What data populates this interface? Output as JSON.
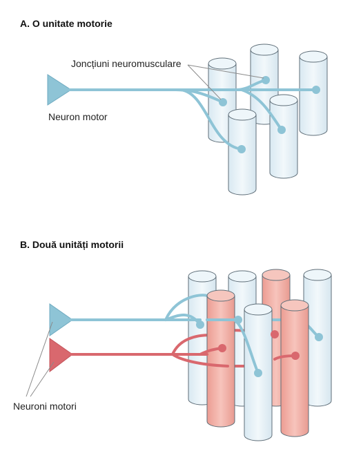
{
  "panel_a": {
    "title": "A. O unitate motorie",
    "label_junctions": "Joncțiuni neuromusculare",
    "label_neuron": "Neuron motor"
  },
  "panel_b": {
    "title": "B. Două unități motorii",
    "label_neurons": "Neuroni motori"
  },
  "colors": {
    "blue_neuron": "#8ec4d6",
    "red_neuron": "#d9686e",
    "blue_fiber_fill": "#e6f1f7",
    "red_fiber_fill": "#f2b3ac",
    "fiber_stroke": "#5f6e78",
    "leader_line": "#8a8a8a"
  }
}
